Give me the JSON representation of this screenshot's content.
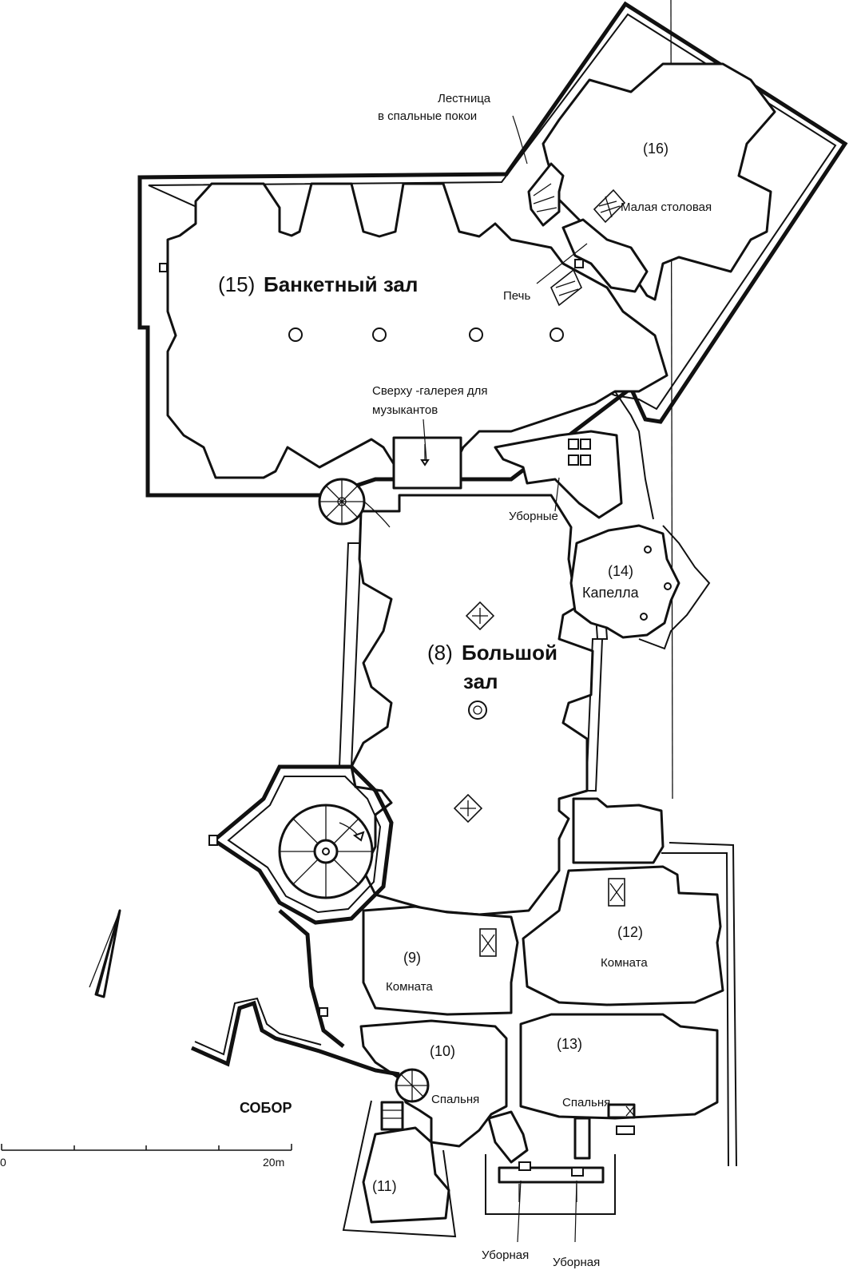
{
  "labels": {
    "staircase_note_1": "Лестница",
    "staircase_note_2": "в спальные покои",
    "room16_number": "(16)",
    "room16_name": "Малая столовая",
    "room15_number": "(15)",
    "room15_name": "Банкетный зал",
    "stove": "Печь",
    "gallery_1": "Сверху -галерея для",
    "gallery_2": "музыкантов",
    "latrines": "Уборные",
    "room14_number": "(14)",
    "room14_name": "Капелла",
    "room8_number": "(8)",
    "room8_name_1": "Большой",
    "room8_name_2": "зал",
    "room12_number": "(12)",
    "room12_name": "Комната",
    "room9_number": "(9)",
    "room9_name": "Комната",
    "room10_number": "(10)",
    "room10_name": "Спальня",
    "room13_number": "(13)",
    "room13_name": "Спальня",
    "room11_number": "(11)",
    "cathedral": "СОБОР",
    "latrine_left": "Уборная",
    "latrine_right": "Уборная"
  },
  "scale": {
    "start": "0",
    "end": "20m"
  }
}
